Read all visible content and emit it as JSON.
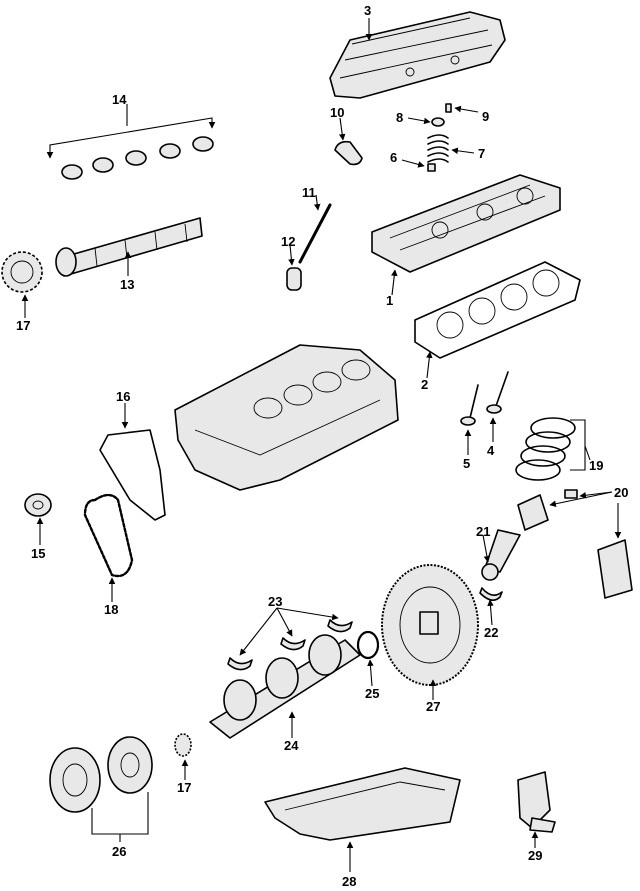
{
  "callouts": [
    "1",
    "2",
    "3",
    "4",
    "5",
    "6",
    "7",
    "8",
    "9",
    "10",
    "11",
    "12",
    "13",
    "14",
    "15",
    "16",
    "17",
    "17",
    "18",
    "19",
    "20",
    "21",
    "22",
    "23",
    "24",
    "25",
    "26",
    "27",
    "28",
    "29"
  ],
  "colors": {
    "ink": "#000000",
    "background": "#ffffff",
    "shade": "#e8e8e8"
  }
}
